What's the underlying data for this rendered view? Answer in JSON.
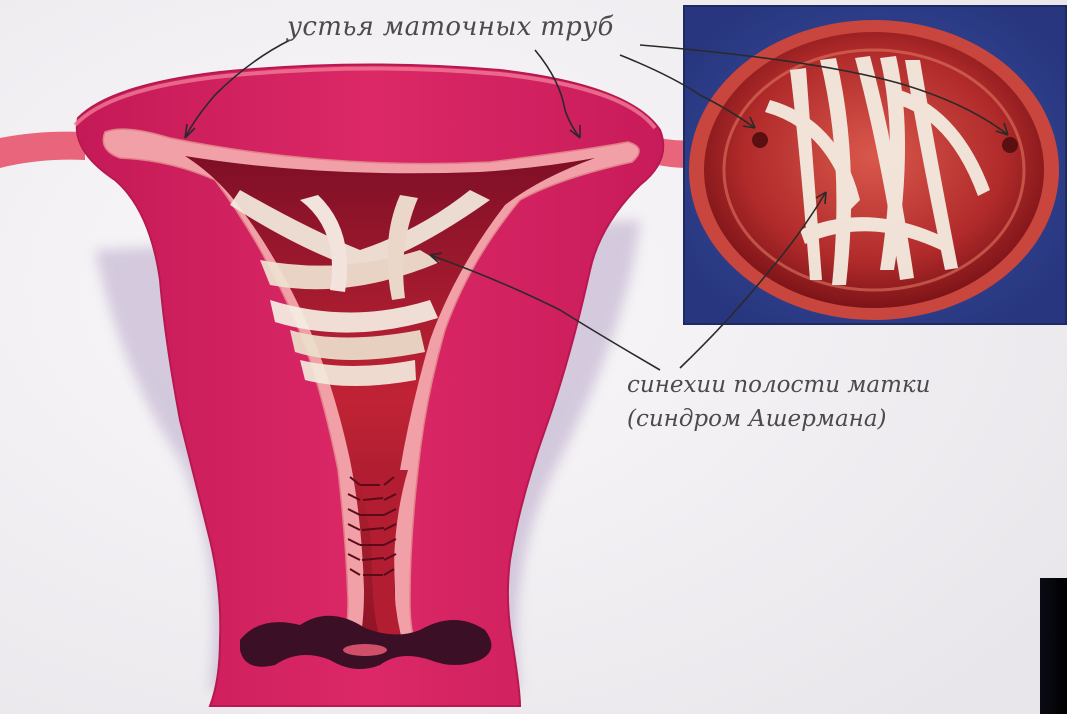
{
  "labels": {
    "tubal_ostia": "устья маточных труб",
    "synechiae_line1": "синехии полости матки",
    "synechiae_line2": "(синдром Ашермана)"
  },
  "colors": {
    "background": "#f1eff2",
    "uterus_wall": "#d4215f",
    "endometrium": "#f1a2a6",
    "cavity": "#a4182c",
    "adhesions": "#f3ecdc",
    "inset_border": "#2f3f8e",
    "arrow": "#2a2a2a",
    "label_text": "#4b4b4b"
  },
  "icons": {
    "arrow_style": "hand-drawn-curved-arrow"
  }
}
